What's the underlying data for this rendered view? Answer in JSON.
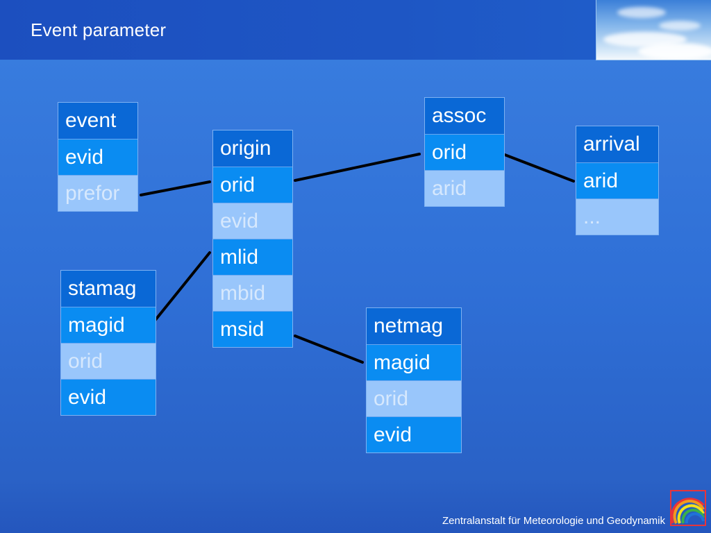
{
  "slide": {
    "title": "Event parameter",
    "footer": "Zentralanstalt für Meteorologie und Geodynamik"
  },
  "tables": {
    "event": {
      "name": "event",
      "fields": [
        "evid",
        "prefor"
      ]
    },
    "origin": {
      "name": "origin",
      "fields": [
        "orid",
        "evid",
        "mlid",
        "mbid",
        "msid"
      ]
    },
    "assoc": {
      "name": "assoc",
      "fields": [
        "orid",
        "arid"
      ]
    },
    "arrival": {
      "name": "arrival",
      "fields": [
        "arid",
        "..."
      ]
    },
    "stamag": {
      "name": "stamag",
      "fields": [
        "magid",
        "orid",
        "evid"
      ]
    },
    "netmag": {
      "name": "netmag",
      "fields": [
        "magid",
        "orid",
        "evid"
      ]
    }
  },
  "links": [
    {
      "from": "event.prefor",
      "to": "origin.orid"
    },
    {
      "from": "origin.orid",
      "to": "assoc.orid"
    },
    {
      "from": "assoc.orid",
      "to": "arrival.arid"
    },
    {
      "from": "origin.mlid",
      "to": "stamag.magid"
    },
    {
      "from": "origin.msid",
      "to": "netmag.magid"
    }
  ],
  "colors": {
    "header_cell": "#0a68d6",
    "key_cell": "#0a8cf2",
    "light_cell": "#99c6fb",
    "link_line": "#000000"
  },
  "icons": {
    "logo": "zamg-rainbow-logo"
  }
}
